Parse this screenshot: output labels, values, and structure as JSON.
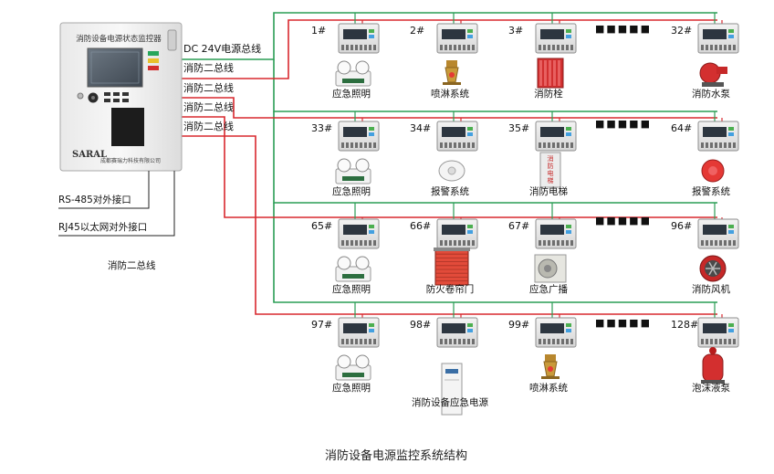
{
  "main_unit": {
    "title": "消防设备电源状态监控器",
    "brand": "SARAL",
    "company": "成都赛瑞力科技有限公司"
  },
  "bus_labels": [
    "DC 24V电源总线",
    "消防二总线",
    "消防二总线",
    "消防二总线",
    "消防二总线"
  ],
  "interfaces": [
    "RS-485对外接口",
    "RJ45以太网对外接口"
  ],
  "bus_note": "消防二总线",
  "dots": "■■■■■",
  "rows": [
    {
      "nodes": [
        {
          "id": "1#",
          "device": "应急照明",
          "icon": "emergency-light-icon"
        },
        {
          "id": "2#",
          "device": "喷淋系统",
          "icon": "sprinkler-icon"
        },
        {
          "id": "3#",
          "device": "消防栓",
          "icon": "fire-hydrant-icon"
        },
        {
          "id": "32#",
          "device": "消防水泵",
          "icon": "water-pump-icon"
        }
      ]
    },
    {
      "nodes": [
        {
          "id": "33#",
          "device": "应急照明",
          "icon": "emergency-light-icon"
        },
        {
          "id": "34#",
          "device": "报警系统",
          "icon": "smoke-detector-icon"
        },
        {
          "id": "35#",
          "device": "消防电梯",
          "icon": "fire-elevator-icon",
          "icon_text": "消防电梯"
        },
        {
          "id": "64#",
          "device": "报警系统",
          "icon": "alarm-bell-icon"
        }
      ]
    },
    {
      "nodes": [
        {
          "id": "65#",
          "device": "应急照明",
          "icon": "emergency-light-icon"
        },
        {
          "id": "66#",
          "device": "防火卷帘门",
          "icon": "fire-shutter-icon"
        },
        {
          "id": "67#",
          "device": "应急广播",
          "icon": "speaker-icon"
        },
        {
          "id": "96#",
          "device": "消防风机",
          "icon": "fan-icon"
        }
      ]
    },
    {
      "nodes": [
        {
          "id": "97#",
          "device": "应急照明",
          "icon": "emergency-light-icon"
        },
        {
          "id": "98#",
          "device": "消防设备应急电源",
          "icon": "power-cabinet-icon"
        },
        {
          "id": "99#",
          "device": "喷淋系统",
          "icon": "sprinkler-icon"
        },
        {
          "id": "128#",
          "device": "泡沫液泵",
          "icon": "foam-pump-icon"
        }
      ]
    }
  ],
  "caption": "消防设备电源监控系统结构",
  "colors": {
    "power_line": "#2a9d55",
    "bus_line": "#d8282e"
  }
}
